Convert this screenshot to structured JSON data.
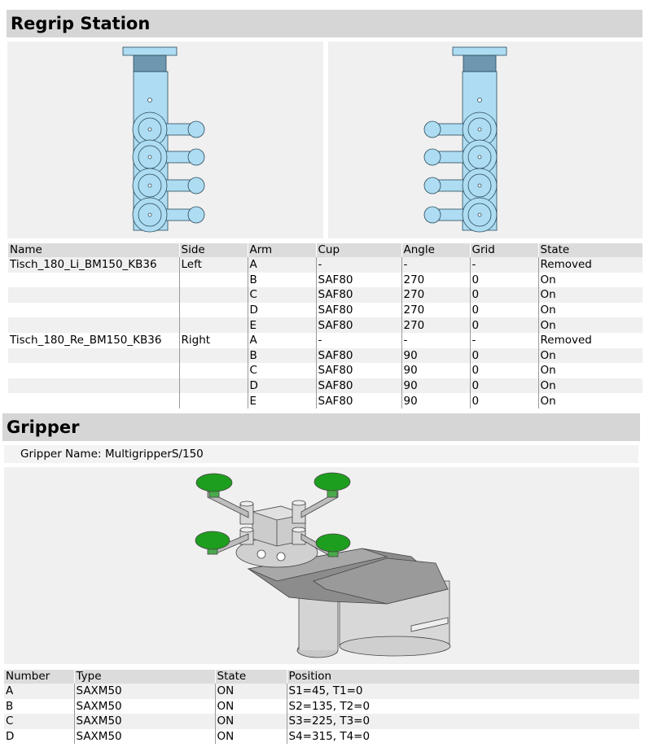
{
  "regrip": {
    "title": "Regrip Station",
    "columns": [
      "Name",
      "Side",
      "Arm",
      "Cup",
      "Angle",
      "Grid",
      "State"
    ],
    "rows": [
      [
        "Tisch_180_Li_BM150_KB36",
        "Left",
        "A",
        "-",
        "-",
        "-",
        "Removed"
      ],
      [
        "",
        "",
        "B",
        "SAF80",
        "270",
        "0",
        "On"
      ],
      [
        "",
        "",
        "C",
        "SAF80",
        "270",
        "0",
        "On"
      ],
      [
        "",
        "",
        "D",
        "SAF80",
        "270",
        "0",
        "On"
      ],
      [
        "",
        "",
        "E",
        "SAF80",
        "270",
        "0",
        "On"
      ],
      [
        "Tisch_180_Re_BM150_KB36",
        "Right",
        "A",
        "-",
        "-",
        "-",
        "Removed"
      ],
      [
        "",
        "",
        "B",
        "SAF80",
        "90",
        "0",
        "On"
      ],
      [
        "",
        "",
        "C",
        "SAF80",
        "90",
        "0",
        "On"
      ],
      [
        "",
        "",
        "D",
        "SAF80",
        "90",
        "0",
        "On"
      ],
      [
        "",
        "",
        "E",
        "SAF80",
        "90",
        "0",
        "On"
      ]
    ]
  },
  "gripper": {
    "title": "Gripper",
    "name_label": "Gripper Name:",
    "name_value": "MultigripperS/150",
    "columns": [
      "Number",
      "Type",
      "State",
      "Position"
    ],
    "rows": [
      [
        "A",
        "SAXM50",
        "ON",
        "S1=45,  T1=0"
      ],
      [
        "B",
        "SAXM50",
        "ON",
        "S2=135,  T2=0"
      ],
      [
        "C",
        "SAXM50",
        "ON",
        "S3=225,  T3=0"
      ],
      [
        "D",
        "SAXM50",
        "ON",
        "S4=315,  T4=0"
      ]
    ]
  },
  "colors": {
    "station_fill": "#aedcf2",
    "station_dark": "#6e97b0",
    "cup_green": "#1e9e1e",
    "gripper_gray": "#c8c8c8"
  }
}
